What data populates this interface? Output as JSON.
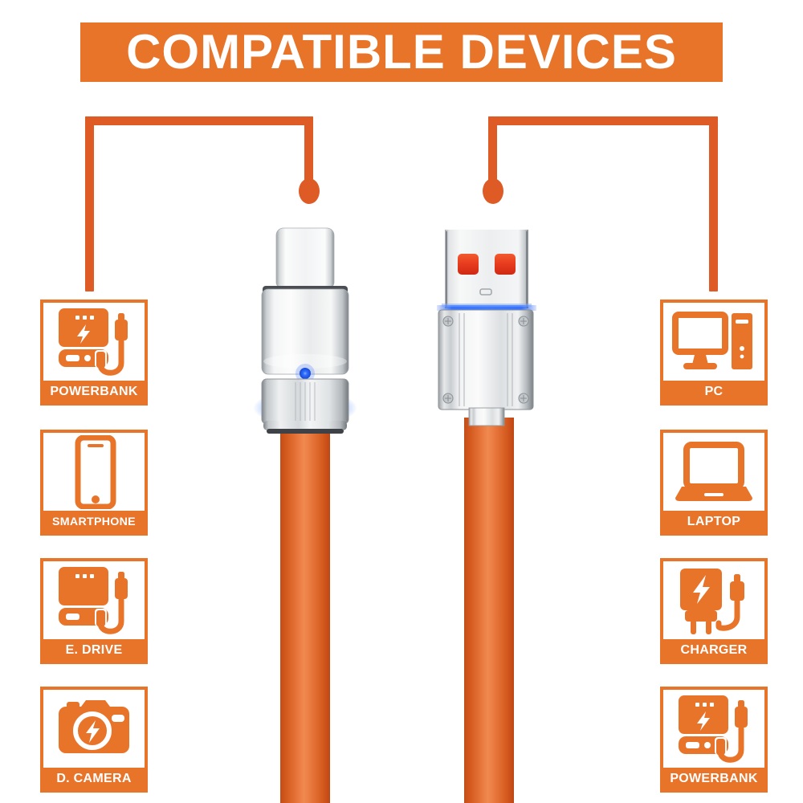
{
  "header": {
    "title": "COMPATIBLE DEVICES",
    "banner_color": "#E8742A",
    "title_color": "#FFFFFF"
  },
  "theme": {
    "orange": "#E8742A",
    "bracket_orange": "#DE5B26",
    "cable_orange": "#E0702F",
    "led_blue": "#2E6BFF",
    "usb_contact_red": "#E8402A",
    "metal_silver": "#D9DBDC",
    "background": "#FFFFFF"
  },
  "connectors": [
    {
      "name": "usb-c-connector",
      "type": "USB-C",
      "led_color": "#2E6BFF",
      "has_led_dot": true,
      "has_base_glow": true
    },
    {
      "name": "usb-a-connector",
      "type": "USB-A",
      "led_color": "#2E6BFF",
      "contact_color": "#E8402A",
      "contact_count": 2,
      "screw_count": 4
    }
  ],
  "brackets": [
    {
      "name": "left-bracket",
      "points_to": "usb-c-connector"
    },
    {
      "name": "right-bracket",
      "points_to": "usb-a-connector"
    }
  ],
  "left_column": [
    {
      "label": "POWERBANK",
      "icon": "powerbank-icon",
      "size": "small"
    },
    {
      "label": "SMARTPHONE",
      "icon": "smartphone-icon",
      "size": "small"
    },
    {
      "label": "E. DRIVE",
      "icon": "external-drive-icon",
      "size": "normal"
    },
    {
      "label": "D. CAMERA",
      "icon": "digital-camera-icon",
      "size": "normal"
    }
  ],
  "right_column": [
    {
      "label": "PC",
      "icon": "desktop-pc-icon",
      "size": "normal"
    },
    {
      "label": "LAPTOP",
      "icon": "laptop-icon",
      "size": "normal"
    },
    {
      "label": "CHARGER",
      "icon": "wall-charger-icon",
      "size": "normal"
    },
    {
      "label": "POWERBANK",
      "icon": "powerbank-icon",
      "size": "small"
    }
  ]
}
